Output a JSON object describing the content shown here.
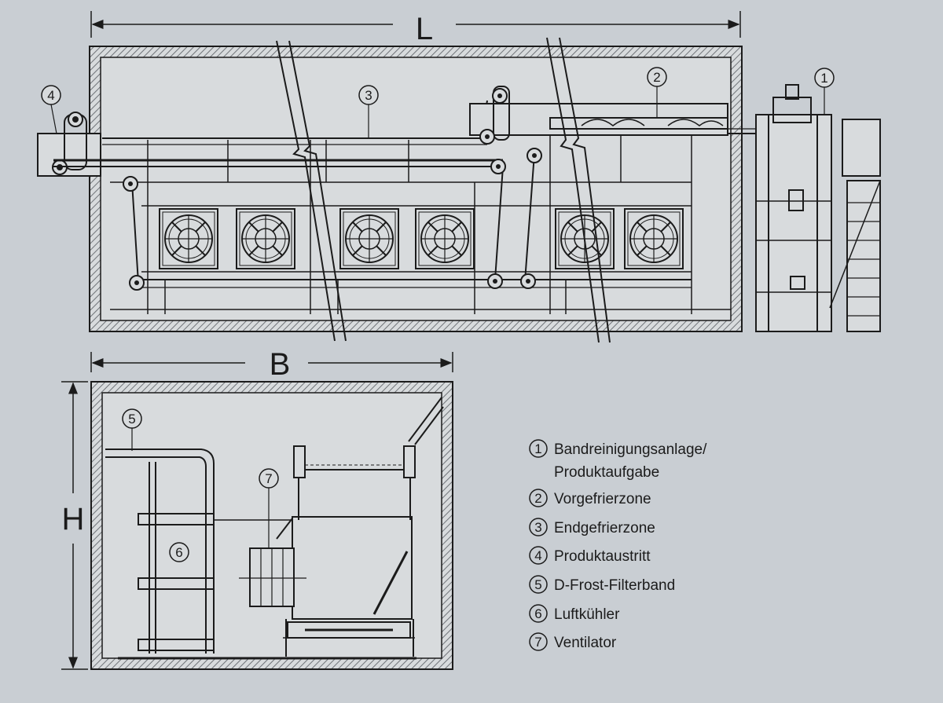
{
  "colors": {
    "background": "#c9ced3",
    "ink": "#1b1b1b",
    "paper": "#d8dbdd",
    "hatch": "#8d9196"
  },
  "dimensions": {
    "length": "L",
    "width": "B",
    "height": "H"
  },
  "callouts": {
    "c1": "1",
    "c2": "2",
    "c3": "3",
    "c4": "4",
    "c5": "5",
    "c6": "6",
    "c7": "7"
  },
  "legend": [
    {
      "num": "1",
      "text": "Bandreinigungsanlage/",
      "text2": "Produktaufgabe"
    },
    {
      "num": "2",
      "text": "Vorgefrierzone"
    },
    {
      "num": "3",
      "text": "Endgefrierzone"
    },
    {
      "num": "4",
      "text": "Produktaustritt"
    },
    {
      "num": "5",
      "text": "D-Frost-Filterband"
    },
    {
      "num": "6",
      "text": "Luftkühler"
    },
    {
      "num": "7",
      "text": "Ventilator"
    }
  ]
}
